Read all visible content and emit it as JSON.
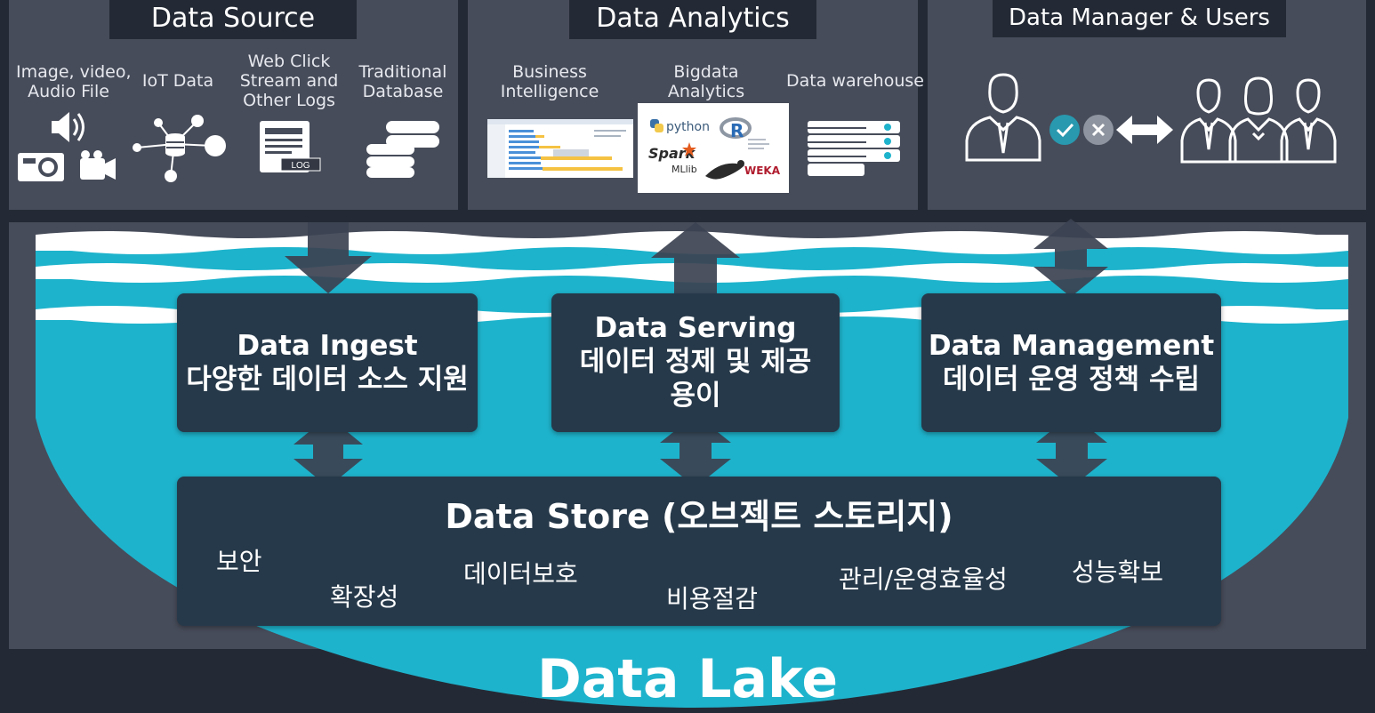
{
  "panels": {
    "source": {
      "title": "Data Source",
      "items": [
        {
          "label": "Image, video,\nAudio File",
          "icon": "media-icon"
        },
        {
          "label": "IoT Data",
          "icon": "iot-network-icon"
        },
        {
          "label": "Web Click\nStream and\nOther Logs",
          "icon": "log-document-icon",
          "badge": "LOG"
        },
        {
          "label": "Traditional\nDatabase",
          "icon": "database-icon"
        }
      ]
    },
    "analytics": {
      "title": "Data Analytics",
      "items": [
        {
          "label": "Business\nIntelligence",
          "icon": "dashboard-screenshot"
        },
        {
          "label": "Bigdata\nAnalytics",
          "icon": "analytics-logos",
          "logos": [
            "python",
            "R",
            "Spark",
            "MLlib",
            "WEKA"
          ]
        },
        {
          "label": "Data warehouse",
          "icon": "server-rack-icon"
        }
      ]
    },
    "users": {
      "title": "Data Manager & Users",
      "icons": [
        "manager-icon",
        "check-icon",
        "cross-icon",
        "double-arrow-icon",
        "users-group-icon"
      ]
    }
  },
  "layers": {
    "ingest": {
      "title": "Data Ingest",
      "subtitle": "다양한 데이터 소스 지원"
    },
    "serving": {
      "title": "Data Serving",
      "subtitle": "데이터 정제 및 제공\n용이"
    },
    "management": {
      "title": "Data Management",
      "subtitle": "데이터 운영 정책 수립"
    }
  },
  "store": {
    "title": "Data Store (오브젝트 스토리지)",
    "features": [
      "보안",
      "확장성",
      "데이터보호",
      "비용절감",
      "관리/운영효율성",
      "성능확보"
    ]
  },
  "lake": {
    "title": "Data Lake"
  },
  "colors": {
    "background": "#242a35",
    "panel": "#474c5a",
    "water": "#1eb3cc",
    "box": "#26394a",
    "wave": "#ffffff"
  }
}
